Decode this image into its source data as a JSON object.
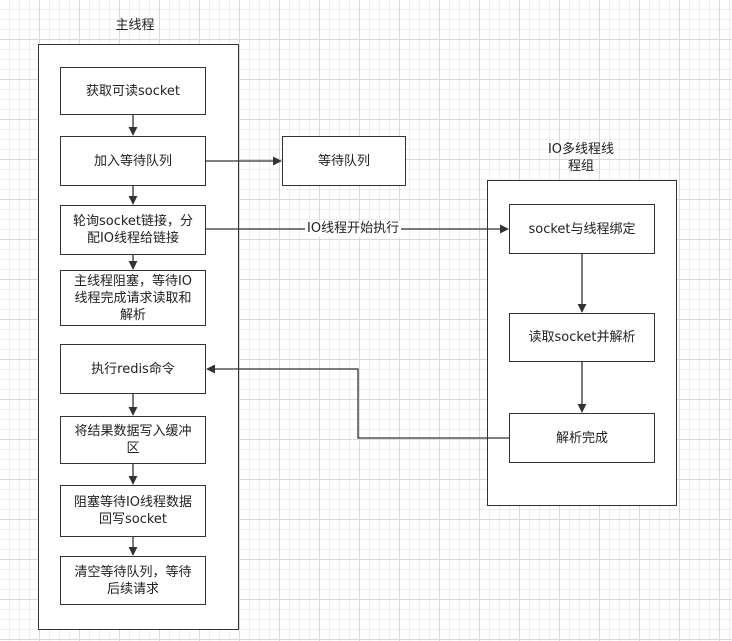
{
  "main_thread": {
    "title": "主线程",
    "steps": [
      "获取可读socket",
      "加入等待队列",
      "轮询socket链接，分\n配IO线程给链接",
      "主线程阻塞，等待IO\n线程完成请求读取和\n解析",
      "执行redis命令",
      "将结果数据写入缓冲\n区",
      "阻塞等待IO线程数据\n回写socket",
      "清空等待队列，等待\n后续请求"
    ]
  },
  "wait_queue": {
    "label": "等待队列"
  },
  "io_group": {
    "title": "IO多线程线\n程组",
    "steps": [
      "socket与线程绑定",
      "读取socket并解析",
      "解析完成"
    ]
  },
  "edges": {
    "io_start_label": "IO线程开始执行"
  }
}
